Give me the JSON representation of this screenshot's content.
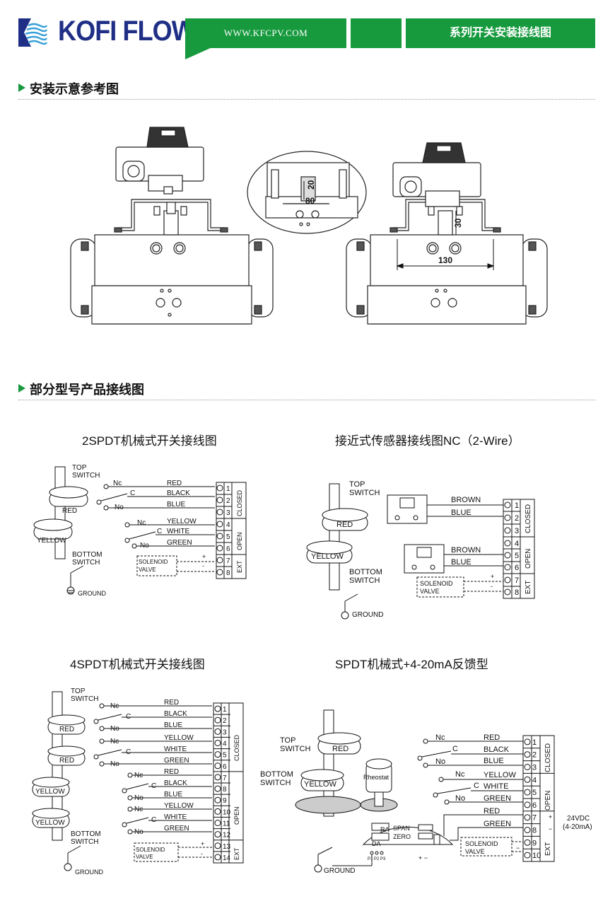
{
  "header": {
    "logo_text": "KOFI FLOW",
    "url": "WWW.KFCPV.COM",
    "title": "系列开关安装接线图",
    "accent_color": "#179a3e",
    "brand_color": "#1f2f86"
  },
  "section_install": {
    "heading": "安装示意参考图",
    "dims": {
      "d20": "20",
      "d80": "80",
      "d30": "30",
      "d130": "130"
    }
  },
  "section_wiring": {
    "heading": "部分型号产品接线图"
  },
  "diagram_2spdt": {
    "title": "2SPDT机械式开关接线图",
    "top_switch": [
      "TOP",
      "SWITCH"
    ],
    "bottom_switch": [
      "BOTTOM",
      "SWITCH"
    ],
    "cam_red": "RED",
    "cam_yellow": "YELLOW",
    "ground": "GROUND",
    "nc": "Nc",
    "c": "C",
    "no": "No",
    "wires": [
      "RED",
      "BLACK",
      "BLUE",
      "YELLOW",
      "WHITE",
      "GREEN"
    ],
    "terminals": [
      "1",
      "2",
      "3",
      "4",
      "5",
      "6",
      "7",
      "8"
    ],
    "groups": [
      "CLOSED",
      "OPEN",
      "EXT"
    ],
    "solenoid": [
      "SOLENOID",
      "VALVE"
    ],
    "plus": "+",
    "minus": "-"
  },
  "diagram_nc": {
    "title": "接近式传感器接线图NC（2-Wire）",
    "top_switch": [
      "TOP",
      "SWITCH"
    ],
    "bottom_switch": [
      "BOTTOM",
      "SWITCH"
    ],
    "cam_red": "RED",
    "cam_yellow": "YELLOW",
    "ground": "GROUND",
    "wires": [
      "BROWN",
      "BLUE",
      "BROWN",
      "BLUE"
    ],
    "terminals": [
      "1",
      "2",
      "3",
      "4",
      "5",
      "6",
      "7",
      "8"
    ],
    "groups": [
      "CLOSED",
      "OPEN",
      "EXT"
    ],
    "solenoid": [
      "SOLENOID",
      "VALVE"
    ],
    "plus": "+",
    "minus": "-"
  },
  "diagram_4spdt": {
    "title": "4SPDT机械式开关接线图",
    "top_switch": [
      "TOP",
      "SWITCH"
    ],
    "bottom_switch": [
      "BOTTOM",
      "SWITCH"
    ],
    "cams": [
      "RED",
      "RED",
      "YELLOW",
      "YELLOW"
    ],
    "ground": "GROUND",
    "nc": "Nc",
    "c": "C",
    "no": "No",
    "wires": [
      "RED",
      "BLACK",
      "BLUE",
      "YELLOW",
      "WHITE",
      "GREEN",
      "RED",
      "BLACK",
      "BLUE",
      "YELLOW",
      "WHITE",
      "GREEN"
    ],
    "terminals": [
      "1",
      "2",
      "3",
      "4",
      "5",
      "6",
      "7",
      "8",
      "9",
      "10",
      "11",
      "12",
      "13",
      "14"
    ],
    "groups": [
      "CLOSED",
      "OPEN",
      "EXT"
    ],
    "solenoid": [
      "SOLENOID",
      "VALVE"
    ],
    "plus": "+",
    "minus": "-"
  },
  "diagram_420": {
    "title": "SPDT机械式+4-20mA反馈型",
    "top_switch": [
      "TOP",
      "SWITCH"
    ],
    "bottom_switch": [
      "BOTTOM",
      "SWITCH"
    ],
    "cam_red": "RED",
    "cam_yellow": "YELLOW",
    "rheostat": "Rheostat",
    "ground": "GROUND",
    "nc": "Nc",
    "c": "C",
    "no": "No",
    "wires": [
      "RED",
      "BLACK",
      "BLUE",
      "YELLOW",
      "WHITE",
      "GREEN",
      "RED",
      "GREEN"
    ],
    "terminals": [
      "1",
      "2",
      "3",
      "4",
      "5",
      "6",
      "7",
      "8",
      "9",
      "10"
    ],
    "groups": [
      "CLOSED",
      "OPEN",
      "EXT"
    ],
    "ra": "RA",
    "da": "DA",
    "span": "SPAN",
    "zero": "ZERO",
    "pins": "P1 P2 P3",
    "pm": "+ −",
    "supply": [
      "24VDC",
      "(4-20mA)"
    ],
    "solenoid": [
      "SOLENOID",
      "VALVE"
    ],
    "plus": "+",
    "minus": "−"
  }
}
